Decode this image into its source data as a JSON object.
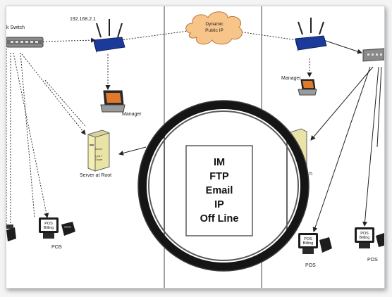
{
  "labels": {
    "switch_left": "k Switch",
    "router_ip": "192.168.2.1",
    "cloud_line1": "Dynamic",
    "cloud_line2": "Public IP",
    "manager_left": "Manager",
    "manager_right": "Manager",
    "server_caption": "Server at Root",
    "server_front": "Server",
    "server_front2": "Lyris T",
    "server_front3": "Gauze",
    "pos_left": "POS",
    "pos_mid_right": "POS",
    "pos_far_right": "POS",
    "pos_screen_line1": "POS",
    "pos_screen_line2": "Billing",
    "partial_right_label": "h"
  },
  "magnifier_items": [
    "IM",
    "FTP",
    "Email",
    "IP",
    "Off Line"
  ],
  "colors": {
    "cloud_fill": "#f7c58a",
    "cloud_stroke": "#b97a3a",
    "router_blue": "#1c3a9a",
    "server_fill": "#f3efb3",
    "lens_ring": "#151515"
  }
}
